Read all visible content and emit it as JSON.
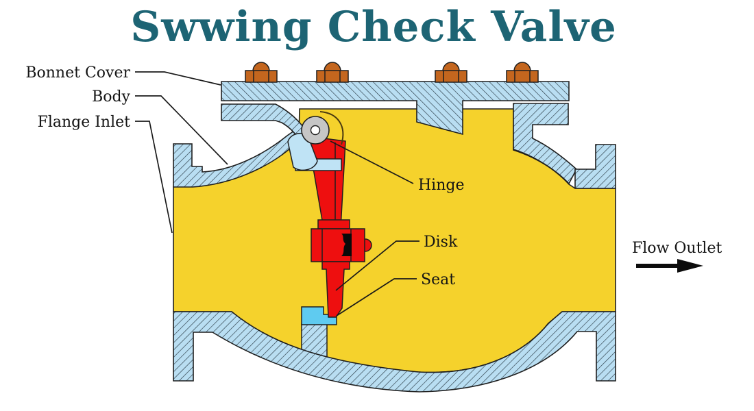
{
  "title": {
    "text": "Swwing Check Valve",
    "color": "#1d6474"
  },
  "labels": {
    "bonnet_cover": "Bonnet Cover",
    "body": "Body",
    "flange_inlet": "Flange Inlet",
    "hinge": "Hinge",
    "disk": "Disk",
    "seat": "Seat",
    "flow_outlet": "Flow Outlet"
  },
  "colors": {
    "metal_fill": "#b9def2",
    "hatch_line": "#2a3a44",
    "interior_yellow": "#f5d22c",
    "disk_red": "#ee0f0f",
    "seat_cyan": "#5fcbf0",
    "bolt_brown": "#c4661e",
    "hinge_gray": "#c6c6c6",
    "outline": "#1f1f1f"
  }
}
